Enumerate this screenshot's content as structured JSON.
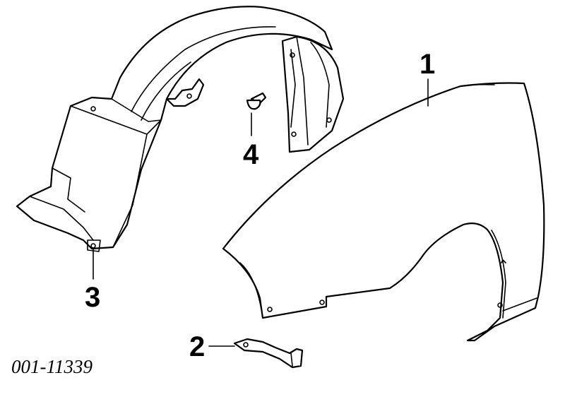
{
  "diagram": {
    "part_number": "001-11339",
    "callouts": {
      "fender": "1",
      "bracket": "2",
      "splash_shield": "3",
      "clip": "4"
    }
  }
}
